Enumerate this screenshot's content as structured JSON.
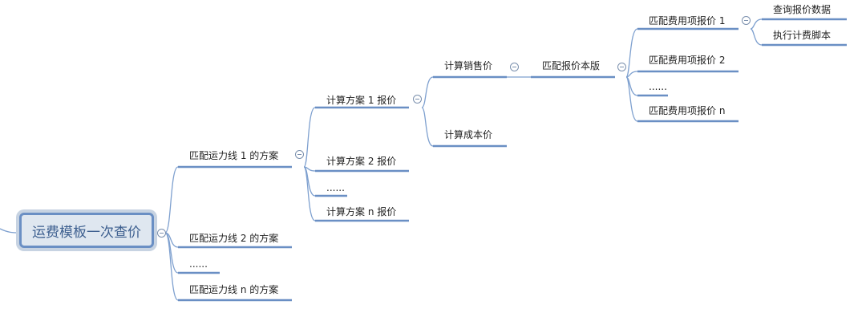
{
  "root": {
    "label": "运费模板一次查价"
  },
  "level1": [
    {
      "label": "匹配运力线 1 的方案"
    },
    {
      "label": "匹配运力线 2 的方案"
    },
    {
      "label": "......"
    },
    {
      "label": "匹配运力线 n 的方案"
    }
  ],
  "level2": [
    {
      "label": "计算方案 1 报价"
    },
    {
      "label": "计算方案 2 报价"
    },
    {
      "label": "......"
    },
    {
      "label": "计算方案 n 报价"
    }
  ],
  "level3": [
    {
      "label": "计算销售价"
    },
    {
      "label": "计算成本价"
    }
  ],
  "level4": [
    {
      "label": "匹配报价本版"
    }
  ],
  "level5": [
    {
      "label": "匹配费用项报价 1"
    },
    {
      "label": "匹配费用项报价 2"
    },
    {
      "label": "......"
    },
    {
      "label": "匹配费用项报价 n"
    }
  ],
  "level6": [
    {
      "label": "查询报价数据"
    },
    {
      "label": "执行计费脚本"
    }
  ],
  "colors": {
    "line": "#6a8fc4",
    "connector": "#7ea0cf",
    "text": "#222222"
  }
}
